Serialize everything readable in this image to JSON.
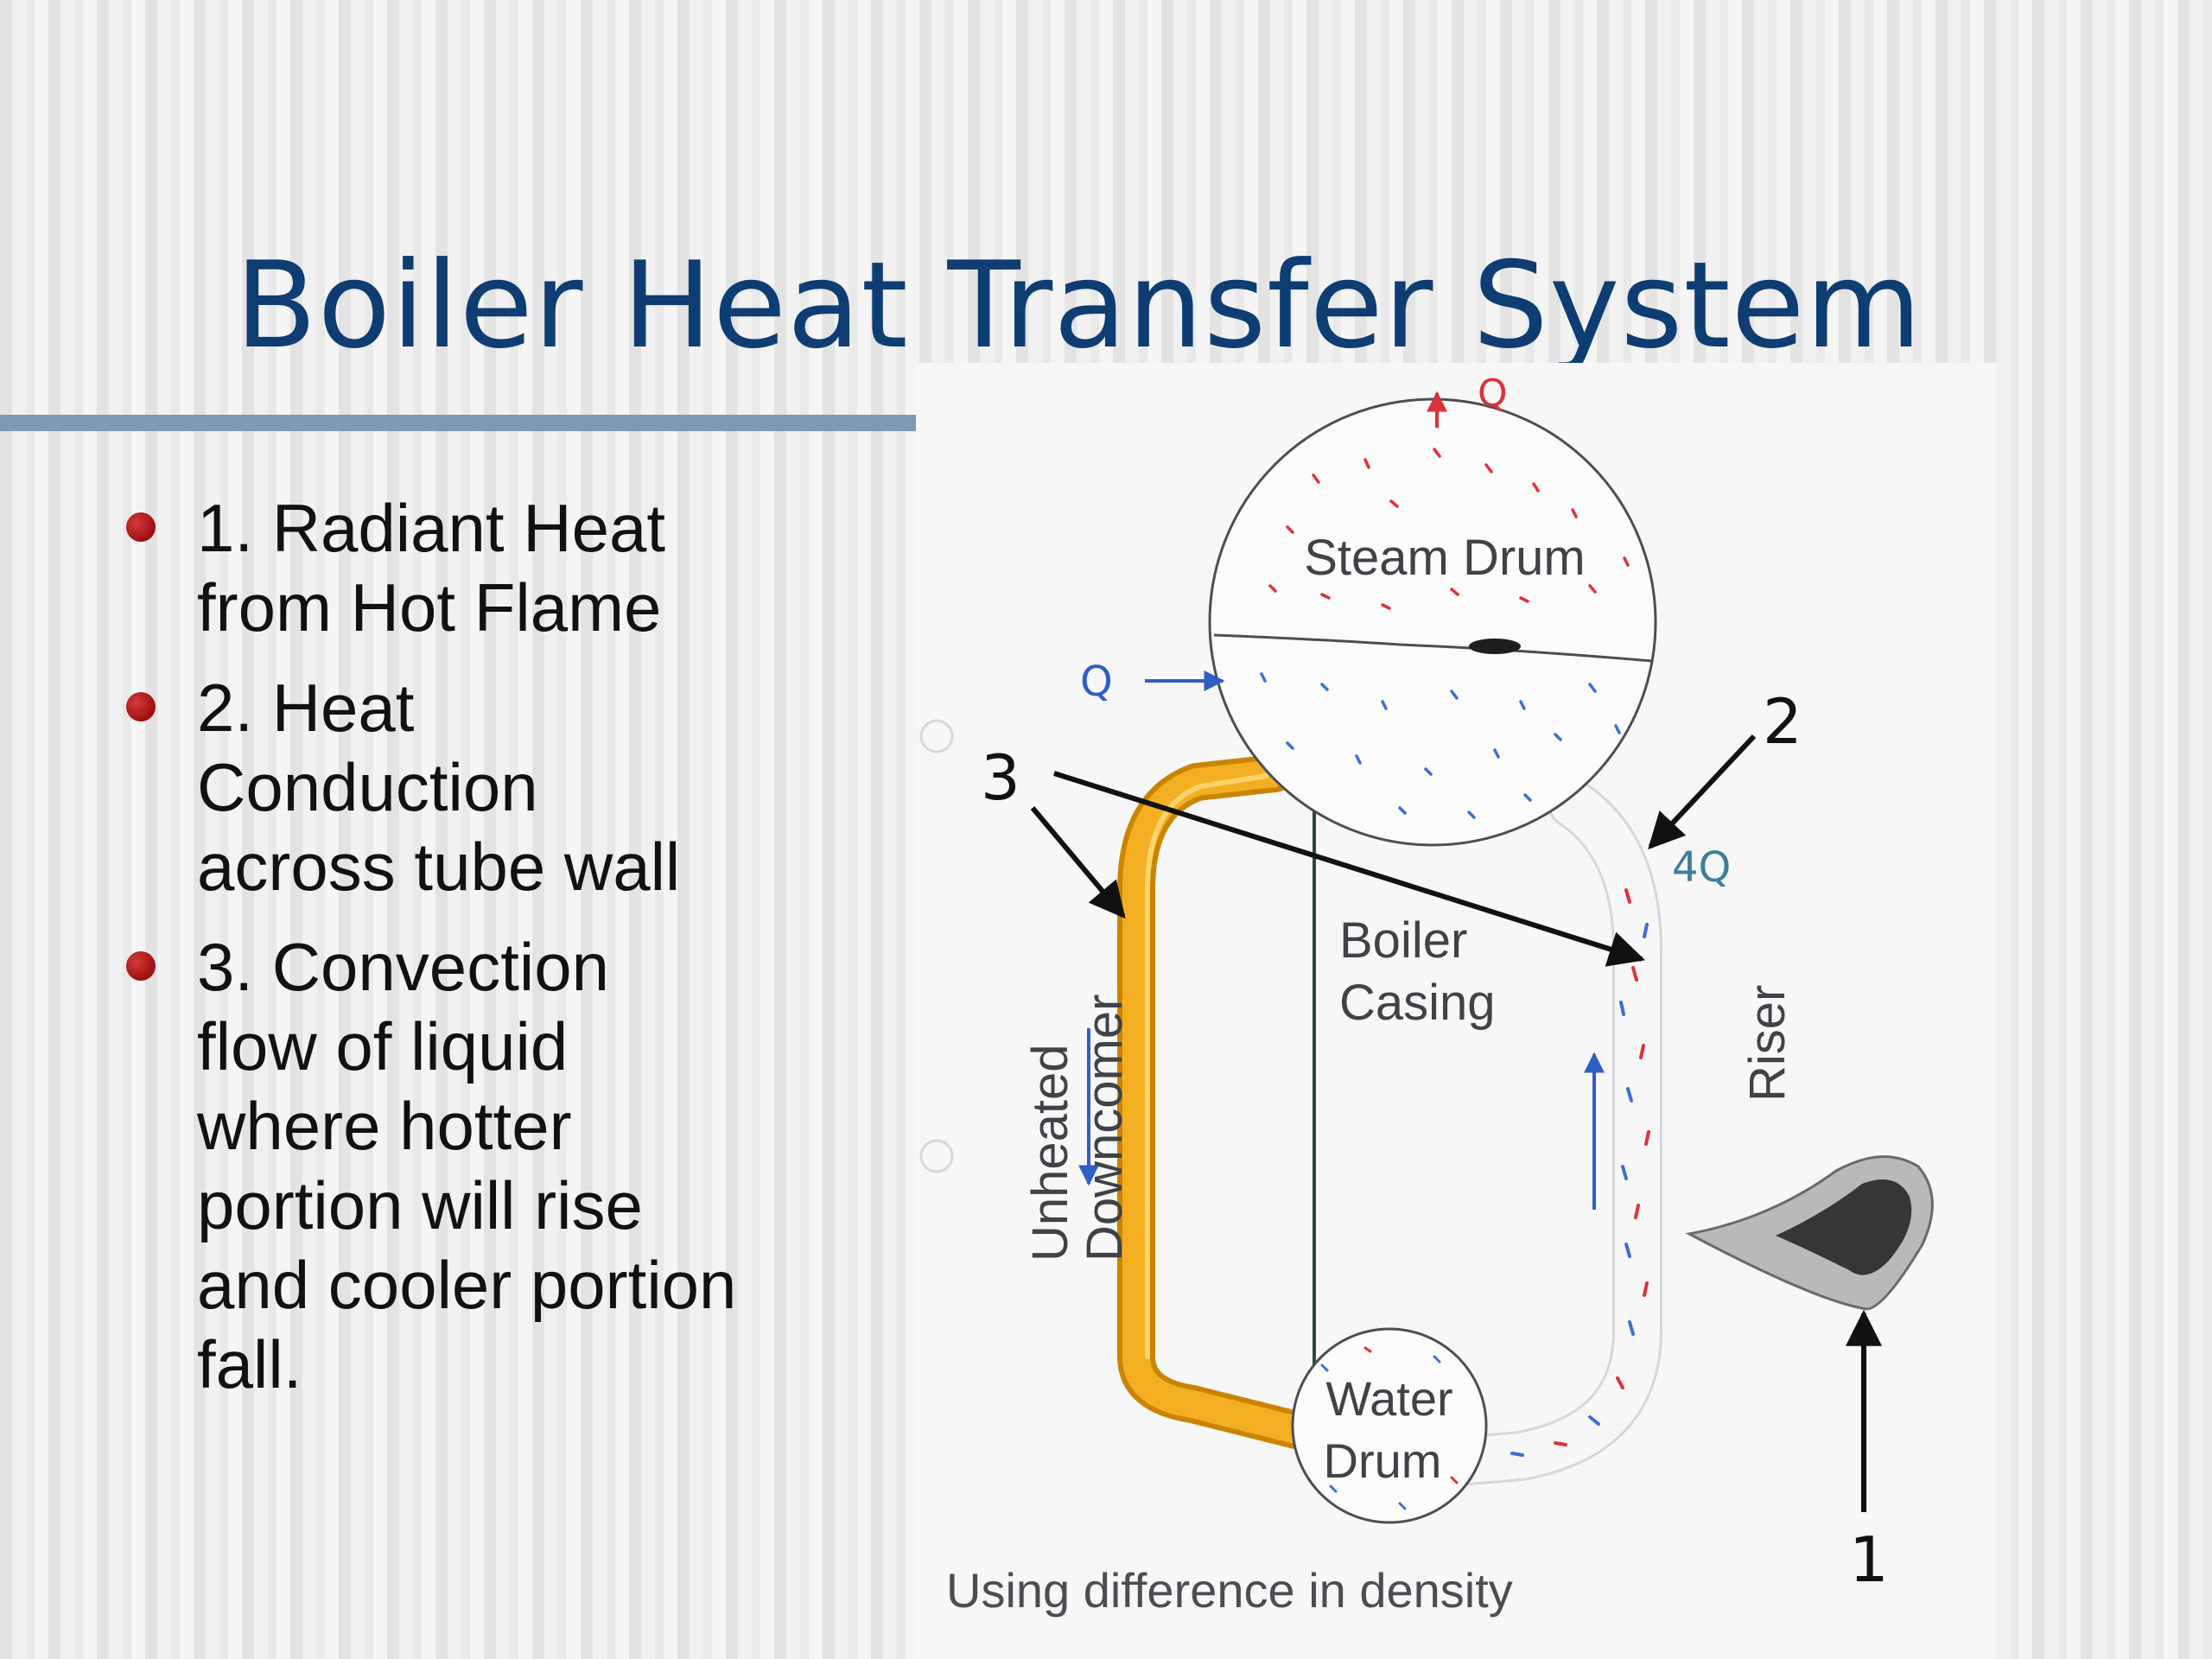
{
  "slide": {
    "title": "Boiler Heat Transfer System",
    "bullets": [
      {
        "lines": [
          "1. Radiant Heat",
          "from Hot Flame"
        ]
      },
      {
        "lines": [
          "2. Heat",
          "Conduction",
          "across tube wall"
        ]
      },
      {
        "lines": [
          "3. Convection",
          "flow of liquid",
          "where hotter",
          "portion will rise",
          "and cooler portion",
          "fall."
        ]
      }
    ]
  },
  "diagram": {
    "labels": {
      "steam_drum": "Steam Drum",
      "boiler_casing_line1": "Boiler",
      "boiler_casing_line2": "Casing",
      "water_drum_line1": "Water",
      "water_drum_line2": "Drum",
      "downcomer_line1": "Unheated",
      "downcomer_line2": "Downcomer",
      "riser": "Riser",
      "q_top": "Q",
      "q_left": "Q",
      "q_riser": "4Q",
      "caption": "Using difference in density",
      "callout_1": "1",
      "callout_2": "2",
      "callout_3": "3"
    },
    "colors": {
      "title": "#0d3d73",
      "downcomer": "#f2a81d",
      "heat_marks_red": "#e0303a",
      "heat_marks_blue": "#3a6fd6",
      "flame_outer": "#b8b8b8",
      "flame_inner": "#3a3a3a"
    }
  }
}
